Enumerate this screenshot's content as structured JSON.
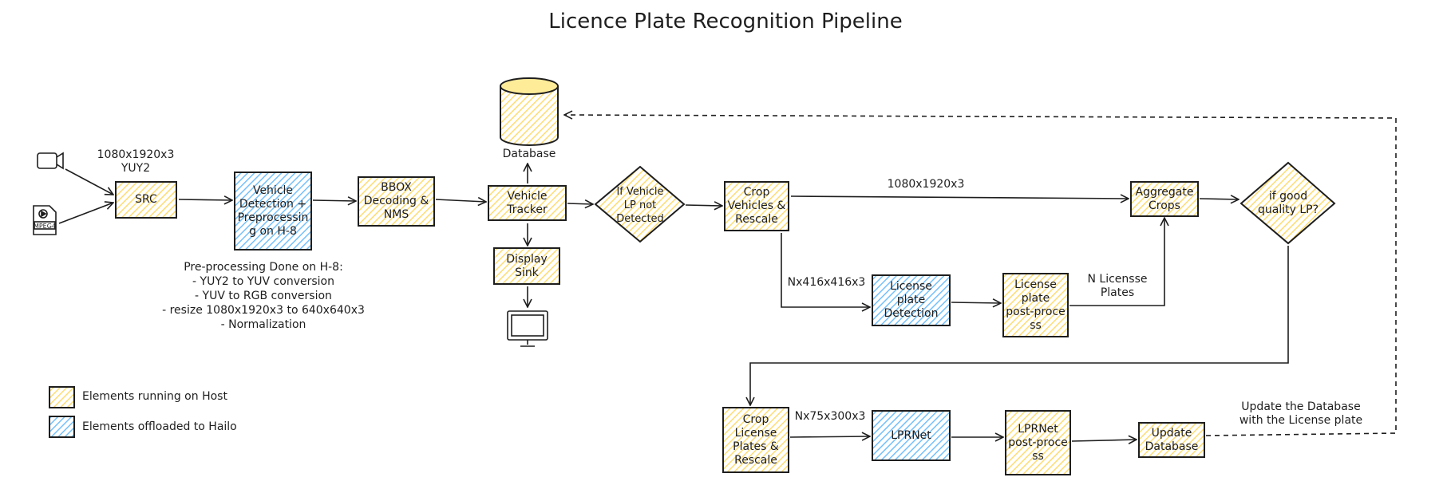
{
  "title": "Licence Plate Recognition Pipeline",
  "colors": {
    "host": "#ffec99",
    "hailo": "#a5d8ff",
    "stroke": "#1e1e1e",
    "db": "#ffec99"
  },
  "icons": [
    "camera-icon",
    "mpeg4-file-icon",
    "monitor-icon",
    "database-icon"
  ],
  "mpeg_label": "MPEG4",
  "src_meta": [
    "1080x1920x3",
    "YUY2"
  ],
  "nodes": {
    "src": "SRC",
    "vehicle_detection": [
      "Vehicle",
      "Detection +",
      "Preprocessin",
      "g on H-8"
    ],
    "bbox": [
      "BBOX",
      "Decoding &",
      "NMS"
    ],
    "tracker": [
      "Vehicle",
      "Tracker"
    ],
    "database": "Database",
    "display_sink": [
      "Display",
      "Sink"
    ],
    "if_lp_not_detected": [
      "If Vehicle",
      "LP not",
      "Detected"
    ],
    "crop_vehicles": [
      "Crop",
      "Vehicles &",
      "Rescale"
    ],
    "aggregate": [
      "Aggregate",
      "Crops"
    ],
    "good_quality": [
      "if good",
      "quality LP?"
    ],
    "lp_detection": [
      "License",
      "plate",
      "Detection"
    ],
    "lp_post": [
      "License",
      "plate",
      "post-proce",
      "ss"
    ],
    "crop_plates": [
      "Crop",
      "License",
      "Plates &",
      "Rescale"
    ],
    "lprnet": "LPRNet",
    "lprnet_post": [
      "LPRNet",
      "post-proce",
      "ss"
    ],
    "update_db": [
      "Update",
      "Database"
    ]
  },
  "edge_labels": {
    "crop_to_aggregate": "1080x1920x3",
    "crop_to_lpdet": "Nx416x416x3",
    "lppost_to_aggregate": [
      "N Licensse",
      "Plates"
    ],
    "cropplates_to_lprnet": "Nx75x300x3",
    "update_db_note": [
      "Update the Database",
      "with the License plate"
    ]
  },
  "preprocess_note": [
    "Pre-processing Done on H-8:",
    "- YUY2 to YUV conversion",
    "- YUV to RGB conversion",
    "- resize 1080x1920x3 to 640x640x3",
    "- Normalization"
  ],
  "legend": {
    "host": "Elements running on Host",
    "hailo": "Elements offloaded to Hailo"
  }
}
